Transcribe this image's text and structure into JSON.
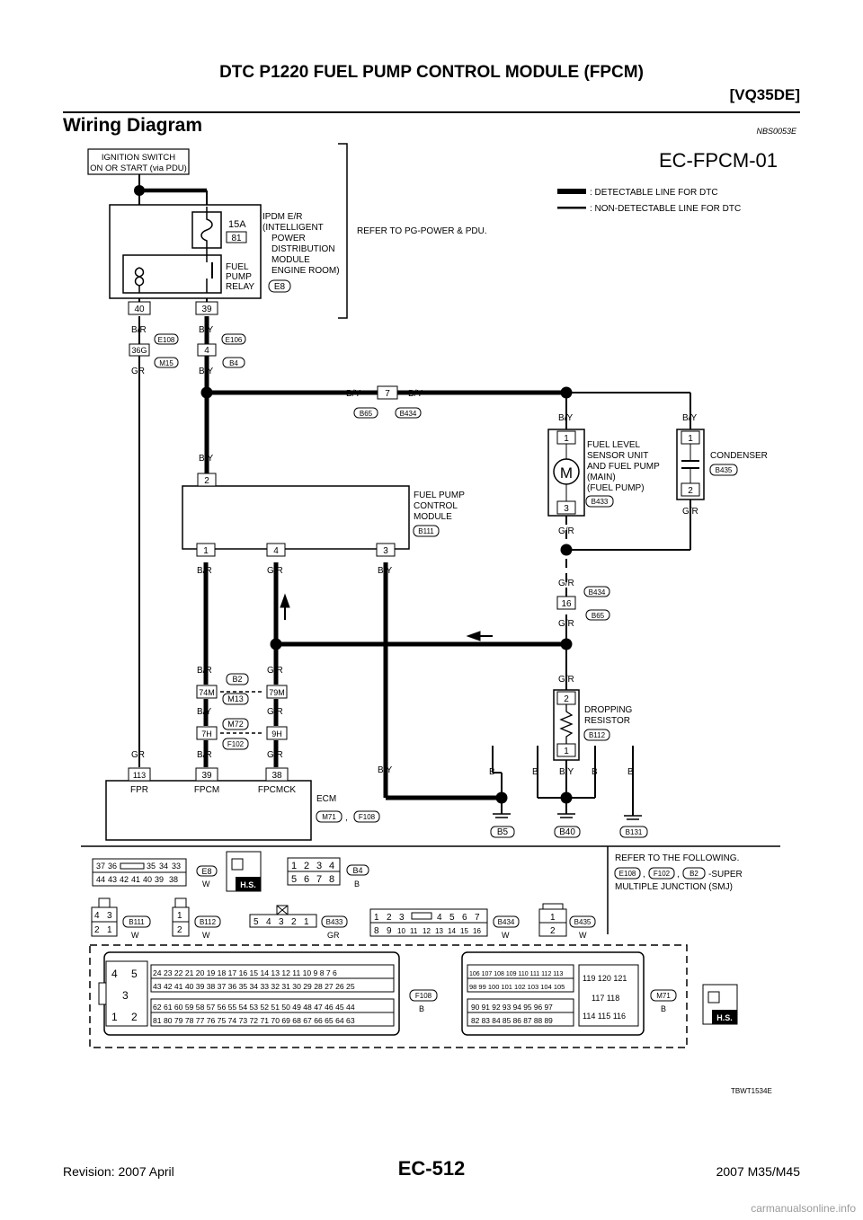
{
  "header": {
    "title": "DTC P1220 FUEL PUMP CONTROL MODULE (FPCM)",
    "engine": "[VQ35DE]",
    "section_title": "Wiring Diagram",
    "section_code": "NBS0053E"
  },
  "diagram": {
    "id": "EC-FPCM-01",
    "legend_detectable": ": DETECTABLE LINE FOR DTC",
    "legend_non_detectable": ": NON-DETECTABLE LINE FOR DTC",
    "ignition_line1": "IGNITION SWITCH",
    "ignition_line2": "ON OR START (via PDU)",
    "fuse": "15A",
    "fuse_no": "81",
    "ipdm_lines": [
      "IPDM E/R",
      "(INTELLIGENT",
      "POWER",
      "DISTRIBUTION",
      "MODULE",
      "ENGINE ROOM)"
    ],
    "ipdm_conn": "E8",
    "relay_lines": [
      "FUEL",
      "PUMP",
      "RELAY"
    ],
    "refer_pg": "REFER TO PG-POWER & PDU.",
    "fpcm_lines": [
      "FUEL PUMP",
      "CONTROL",
      "MODULE"
    ],
    "fpcm_conn": "B111",
    "pump_lines": [
      "FUEL LEVEL",
      "SENSOR UNIT",
      "AND FUEL PUMP",
      "(MAIN)",
      "(FUEL PUMP)"
    ],
    "pump_conn": "B433",
    "condenser": "CONDENSER",
    "condenser_conn": "B435",
    "resistor_lines": [
      "DROPPING",
      "RESISTOR"
    ],
    "resistor_conn": "B112",
    "ecm": "ECM",
    "ecm_conns": [
      "M71",
      "F108"
    ],
    "ecm_pins": [
      "113",
      "39",
      "38"
    ],
    "ecm_pin_names": [
      "FPR",
      "FPCM",
      "FPCMCK"
    ],
    "grounds": [
      "B5",
      "B40",
      "B131"
    ],
    "colors": [
      "B/R",
      "B/Y",
      "GR",
      "G/R",
      "B"
    ],
    "refer_following_lines": [
      "REFER TO THE FOLLOWING.",
      "-SUPER",
      "MULTIPLE JUNCTION (SMJ)"
    ],
    "smj_conns": [
      "E108",
      "F102",
      "B2"
    ],
    "hs": "H.S.",
    "figure_code": "TBWT1534E"
  },
  "footer": {
    "revision": "Revision: 2007 April",
    "page": "EC-512",
    "model": "2007 M35/M45"
  },
  "watermark": "carmanualsonline.info"
}
